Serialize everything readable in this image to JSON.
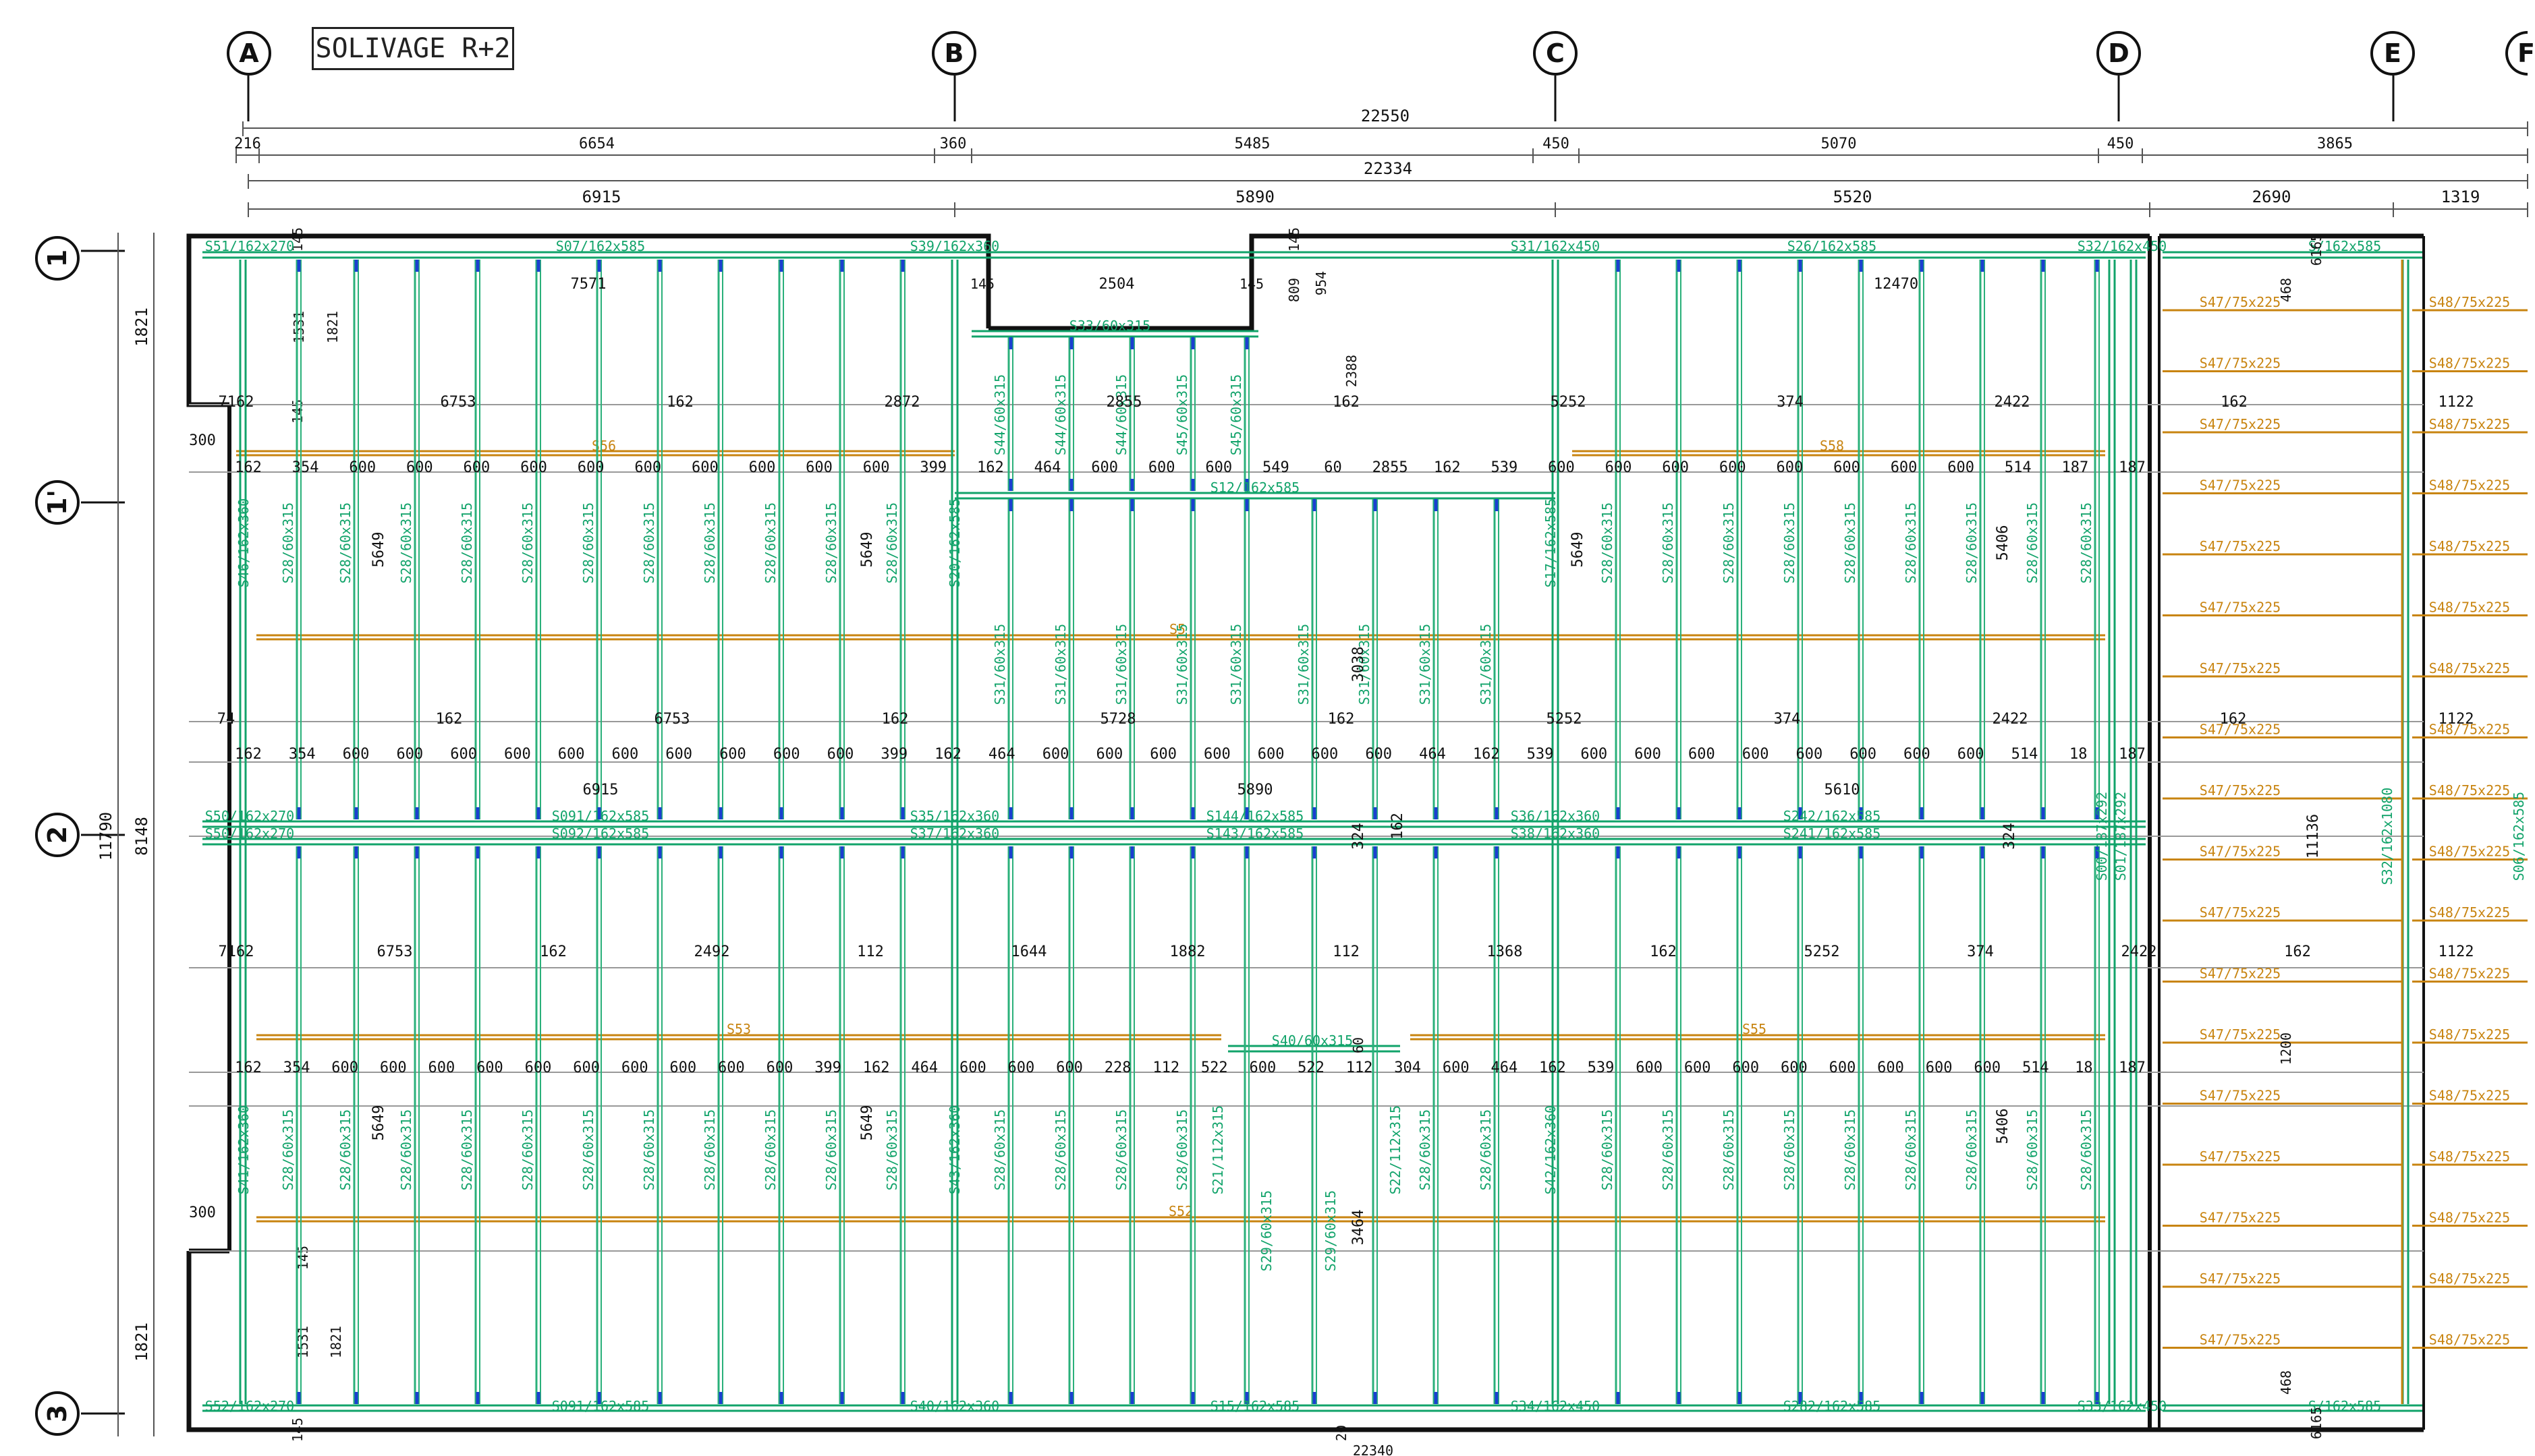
{
  "title": "SOLIVAGE R+2",
  "axes_columns": [
    {
      "id": "col-a",
      "label": "A"
    },
    {
      "id": "col-b",
      "label": "B"
    },
    {
      "id": "col-c",
      "label": "C"
    },
    {
      "id": "col-d",
      "label": "D"
    },
    {
      "id": "col-e",
      "label": "E"
    },
    {
      "id": "col-f",
      "label": "F"
    }
  ],
  "axes_rows": [
    {
      "id": "row-1",
      "label": "1"
    },
    {
      "id": "row-1p",
      "label": "1'"
    },
    {
      "id": "row-2",
      "label": "2"
    },
    {
      "id": "row-3",
      "label": "3"
    }
  ],
  "top_dims": {
    "overall": "22550",
    "segments": [
      "216",
      "6654",
      "360",
      "5485",
      "450",
      "5070",
      "450",
      "3865"
    ],
    "inner_overall": "22334",
    "bays": [
      "6915",
      "5890",
      "5520",
      "2690",
      "1319"
    ]
  },
  "left_dims": {
    "overall": "11790",
    "span": "8148",
    "edges": [
      "1821",
      "1821"
    ],
    "offsets": [
      "300",
      "300"
    ],
    "small": [
      "145",
      "1531",
      "1821",
      "145",
      "145",
      "1531",
      "1821",
      "145"
    ]
  },
  "interior_dims": {
    "rowA_top": [
      "7162",
      "6753",
      "162",
      "2872",
      "2855",
      "162",
      "5252",
      "374",
      "2422",
      "162",
      "1122"
    ],
    "rowA_bot": [
      "74",
      "162",
      "6753",
      "162",
      "5728",
      "162",
      "5252",
      "374",
      "2422",
      "162",
      "1122"
    ],
    "rowB": [
      "7162",
      "6753",
      "162",
      "2492",
      "112",
      "1644",
      "1882",
      "112",
      "1368",
      "162",
      "5252",
      "374",
      "2422",
      "162",
      "1122"
    ],
    "sequence_1": [
      "162",
      "354",
      "600",
      "600",
      "600",
      "600",
      "600",
      "600",
      "600",
      "600",
      "600",
      "600",
      "399",
      "162",
      "464",
      "600",
      "600",
      "600",
      "549",
      "60",
      "2855",
      "162",
      "539",
      "600",
      "600",
      "600",
      "600",
      "600",
      "600",
      "600",
      "600",
      "514",
      "187",
      "187"
    ],
    "sequence_2": [
      "162",
      "354",
      "600",
      "600",
      "600",
      "600",
      "600",
      "600",
      "600",
      "600",
      "600",
      "600",
      "399",
      "162",
      "464",
      "600",
      "600",
      "600",
      "600",
      "600",
      "600",
      "600",
      "464",
      "162",
      "539",
      "600",
      "600",
      "600",
      "600",
      "600",
      "600",
      "600",
      "600",
      "514",
      "18",
      "187"
    ],
    "sequence_3": [
      "162",
      "354",
      "600",
      "600",
      "600",
      "600",
      "600",
      "600",
      "600",
      "600",
      "600",
      "600",
      "399",
      "162",
      "464",
      "600",
      "600",
      "600",
      "228",
      "112",
      "522",
      "600",
      "522",
      "112",
      "304",
      "600",
      "464",
      "162",
      "539",
      "600",
      "600",
      "600",
      "600",
      "600",
      "600",
      "600",
      "600",
      "514",
      "18",
      "187"
    ],
    "middle_bays": [
      "6915",
      "5890",
      "5610"
    ],
    "misc": [
      "7571",
      "2504",
      "145",
      "145",
      "145",
      "809",
      "954",
      "2388",
      "12470",
      "5649",
      "5649",
      "5649",
      "5406",
      "5649",
      "5649",
      "5406",
      "3038",
      "324",
      "324",
      "162",
      "3464",
      "60",
      "11136",
      "468",
      "468",
      "1200",
      "6165",
      "6165",
      "22340",
      "20"
    ]
  },
  "beam_labels": {
    "top": [
      "S51/162x270",
      "S07/162x585",
      "S39/162x360",
      "S31/162x450",
      "S26/162x585",
      "S32/162x450",
      "S/162x585"
    ],
    "opening": [
      "S33/60x315",
      "S12/162x585"
    ],
    "vertical_upper": [
      "S46/162x360",
      "S20/162x585",
      "S17/162x585"
    ],
    "mid": [
      "S50/162x270",
      "S50/162x270",
      "S091/162x585",
      "S092/162x585",
      "S35/162x360",
      "S37/162x360",
      "S144/162x585",
      "S143/162x585",
      "S36/162x360",
      "S38/162x360",
      "S242/162x585",
      "S241/162x585",
      "S00/187x292",
      "S01/187x292",
      "S32/162x1080",
      "S06/162x585"
    ],
    "opening_low": [
      "S40/60x315"
    ],
    "vertical_lower": [
      "S41/162x360",
      "S43/162x360",
      "S21/112x315",
      "S22/112x315",
      "S42/162x360"
    ],
    "bottom": [
      "S52/162x270",
      "S091/162x585",
      "S40/162x360",
      "S15/162x585",
      "S34/162x450",
      "S282/162x585",
      "S33/162x450",
      "S/162x585"
    ]
  },
  "joist_labels": {
    "upper_left": "S28/60x315",
    "upper_mid_short": [
      "S44/60x315",
      "S45/60x315"
    ],
    "upper_mid_long": "S31/60x315",
    "lower": "S28/60x315",
    "lower_mid": "S29/60x315"
  },
  "orange_labels": {
    "bracing": [
      "S56",
      "S5",
      "S58",
      "S53",
      "S55",
      "S52"
    ],
    "right_left_column": "S47/75x225",
    "right_right_column": "S48/75x225"
  },
  "colors": {
    "ink": "#111111",
    "beam_green": "#11a36a",
    "joist_green": "#2ab07a",
    "hanger_blue": "#1a3fd0",
    "brace_orange": "#c88410",
    "cyan_accent": "#20c8e0"
  }
}
